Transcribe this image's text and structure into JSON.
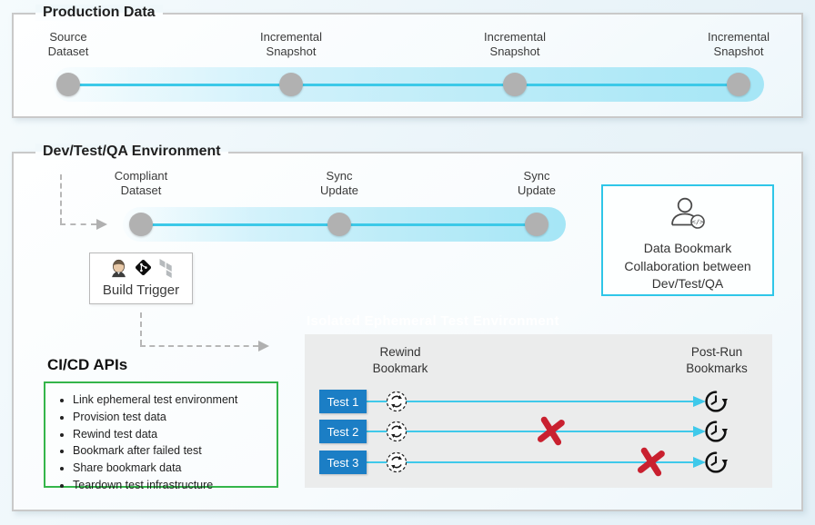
{
  "colors": {
    "accent_cyan": "#3cc9e8",
    "band_cyan": "#a5e6f6",
    "dot_gray": "#b1b1b1",
    "test_blue": "#1b7ec5",
    "green_border": "#35b54a",
    "red_x": "#c9202f",
    "panel_border": "#c9c9c9"
  },
  "production": {
    "title": "Production Data",
    "milestones": [
      "Source\nDataset",
      "Incremental\nSnapshot",
      "Incremental\nSnapshot",
      "Incremental\nSnapshot"
    ]
  },
  "dev": {
    "title": "Dev/Test/QA Environment",
    "milestones": [
      "Compliant\nDataset",
      "Sync\nUpdate",
      "Sync\nUpdate"
    ],
    "build_trigger": {
      "label": "Build Trigger",
      "icons": [
        "jenkins-icon",
        "git-icon",
        "terraform-icon"
      ]
    },
    "collab_box": {
      "icon": "user-code-icon",
      "text": "Data Bookmark\nCollaboration between\nDev/Test/QA"
    },
    "cicd": {
      "title": "CI/CD APIs",
      "items": [
        "Link ephemeral test environment",
        "Provision test data",
        "Rewind test data",
        "Bookmark after failed test",
        "Share bookmark data",
        "Teardown test infrastructure"
      ]
    },
    "ghost_label": "Isolated Ephemeral Test Environment",
    "test_panel": {
      "rewind_header": "Rewind\nBookmark",
      "postrun_header": "Post-Run\nBookmarks",
      "rows": [
        {
          "label": "Test 1",
          "failed": false
        },
        {
          "label": "Test 2",
          "failed": true
        },
        {
          "label": "Test 3",
          "failed": true
        }
      ]
    }
  }
}
